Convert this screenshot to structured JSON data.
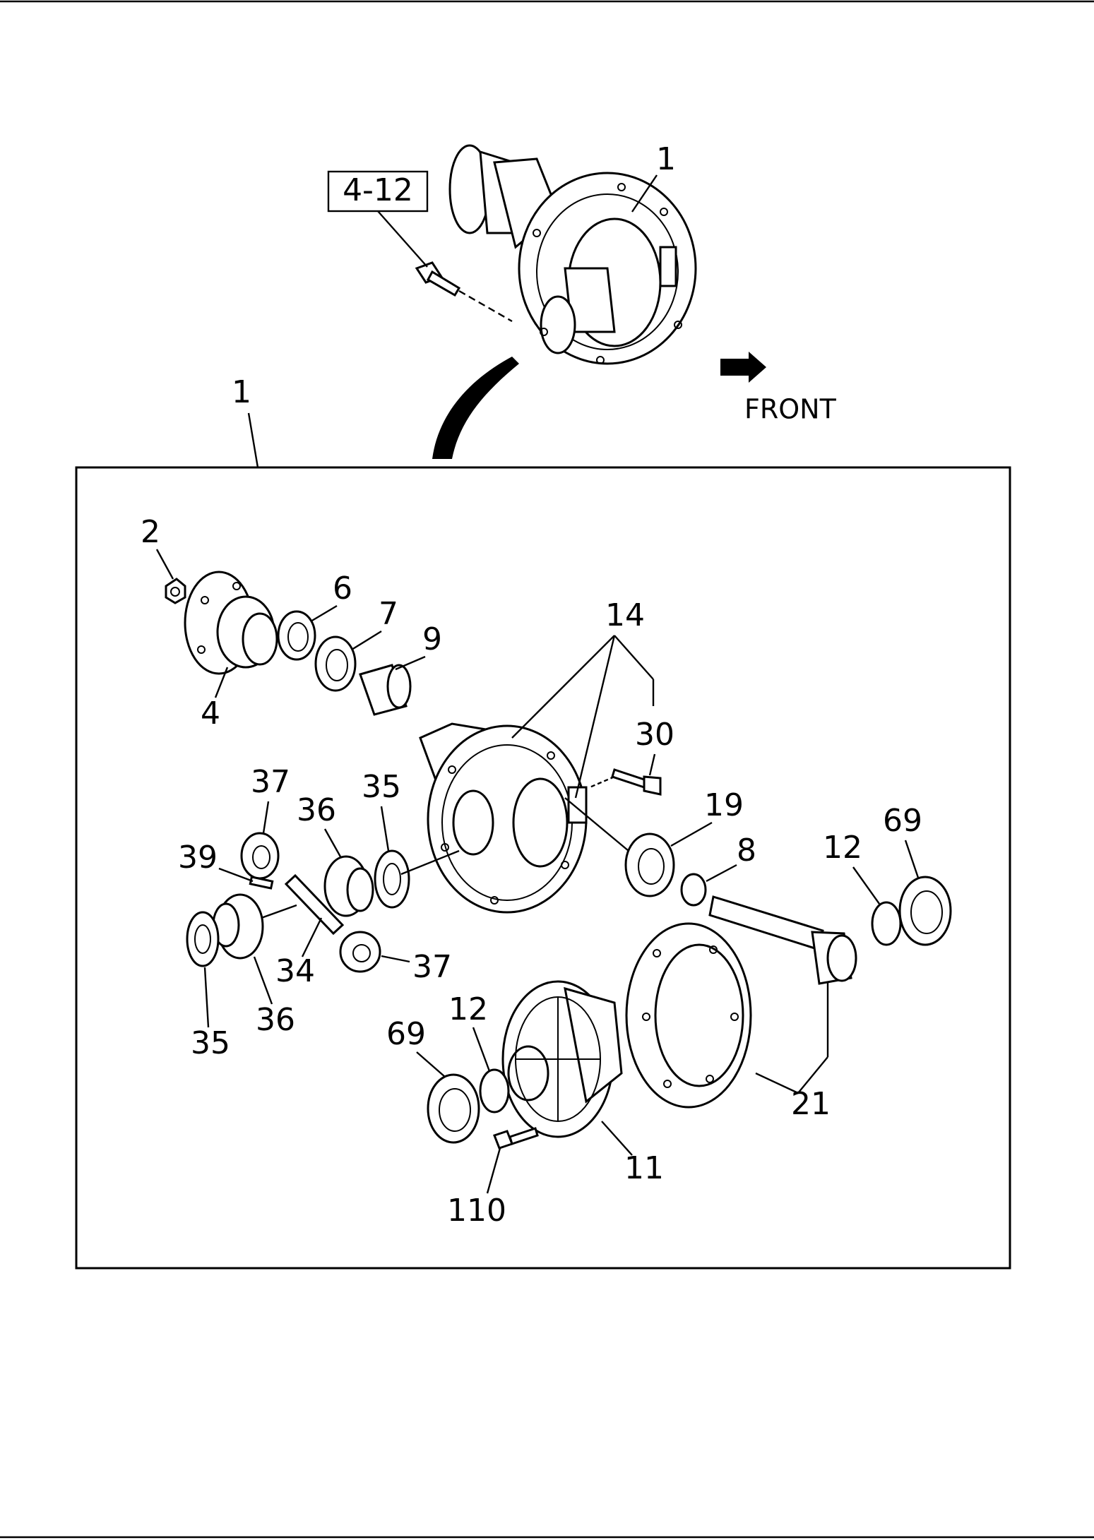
{
  "diagram": {
    "ref_box_label": "4-12",
    "direction_label": "FRONT",
    "callouts": {
      "assembly_top": "1",
      "assembly_frame": "1",
      "c2": "2",
      "c4": "4",
      "c6": "6",
      "c7": "7",
      "c9": "9",
      "c14": "14",
      "c30": "30",
      "c37a": "37",
      "c36a": "36",
      "c35a": "35",
      "c39": "39",
      "c19": "19",
      "c8": "8",
      "c12a": "12",
      "c69a": "69",
      "c34": "34",
      "c37b": "37",
      "c36b": "36",
      "c35b": "35",
      "c12b": "12",
      "c69b": "69",
      "c21": "21",
      "c11": "11",
      "c110": "110"
    }
  }
}
